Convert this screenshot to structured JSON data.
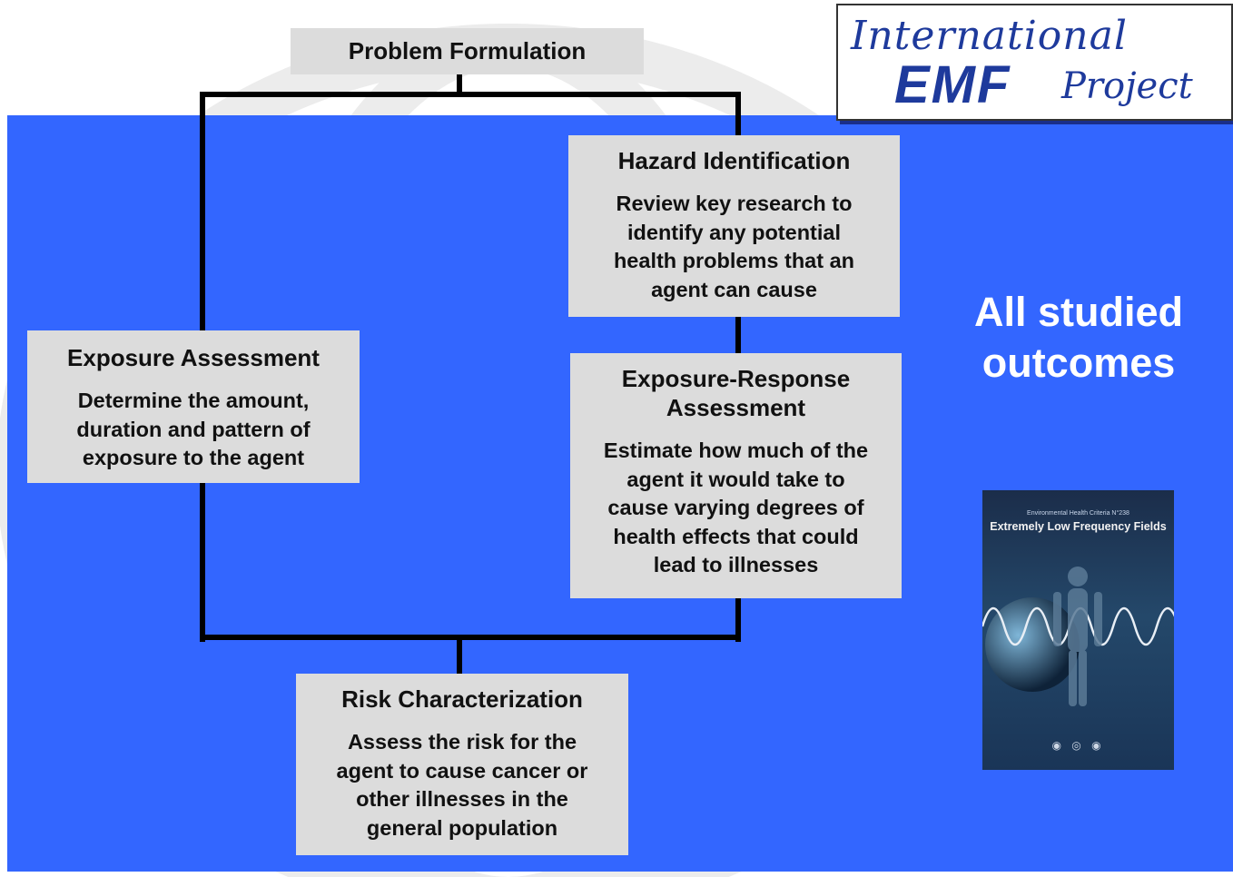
{
  "diagram": {
    "problem_formulation": "Problem Formulation",
    "hazard": {
      "title": "Hazard Identification",
      "description": [
        "Review key research to",
        "identify any potential",
        "health problems that an",
        "agent can cause"
      ]
    },
    "exposure": {
      "title": "Exposure Assessment",
      "description": [
        "Determine the amount,",
        "duration and pattern of",
        "exposure to the agent"
      ]
    },
    "exposure_response": {
      "title": [
        "Exposure-Response",
        "Assessment"
      ],
      "description": [
        "Estimate how much of the",
        "agent it would take to",
        "cause varying degrees of",
        "health effects that could",
        "lead to illnesses"
      ]
    },
    "risk": {
      "title": "Risk Characterization",
      "description": [
        "Assess the risk for the",
        "agent to cause cancer or",
        "other illnesses in the",
        "general population"
      ]
    }
  },
  "logo": {
    "line1": "International",
    "line2": "EMF",
    "line3": "Project"
  },
  "sidebar": {
    "outcomes": [
      "All studied",
      "outcomes"
    ]
  },
  "book_cover": {
    "subtitle": "Environmental Health Criteria N°238",
    "title": "Extremely Low Frequency Fields"
  },
  "colors": {
    "panel_blue": "#3366ff",
    "box_gray": "#dcdcdc",
    "logo_blue": "#1e3a9c"
  }
}
